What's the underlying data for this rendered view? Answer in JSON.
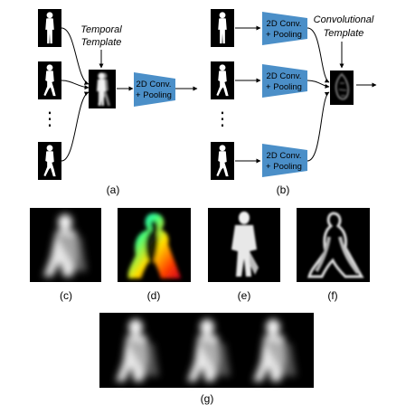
{
  "panel_a": {
    "template_label_line1": "Temporal",
    "template_label_line2": "Template",
    "conv_line1": "2D Conv.",
    "conv_line2": "+ Pooling",
    "ellipsis": "⋮",
    "caption": "(a)"
  },
  "panel_b": {
    "template_label_line1": "Convolutional",
    "template_label_line2": "Template",
    "conv_line1": "2D Conv.",
    "conv_line2": "+ Pooling",
    "ellipsis": "⋮",
    "caption": "(b)"
  },
  "captions": {
    "c": "(c)",
    "d": "(d)",
    "e": "(e)",
    "f": "(f)",
    "g": "(g)"
  },
  "colors": {
    "conv_block": "#4b8fc8",
    "frame_bg": "#000000",
    "silhouette": "#ffffff",
    "arrow": "#000000"
  }
}
